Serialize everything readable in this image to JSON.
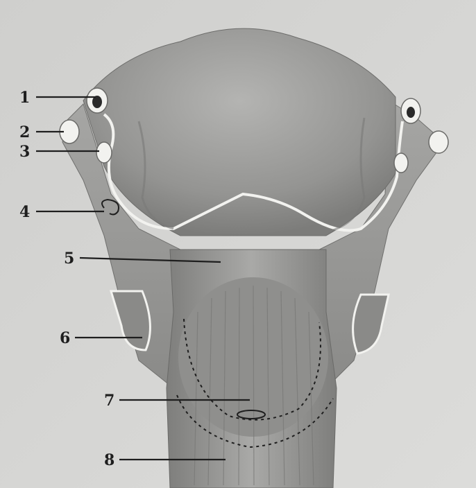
{
  "figure": {
    "background": "#d3d3d1",
    "tissue_color": "#9c9c9a",
    "tissue_shadow": "#7d7d7b",
    "highlight_color": "#f2f2ef",
    "labels": [
      {
        "id": "1",
        "text": "1"
      },
      {
        "id": "2",
        "text": "2"
      },
      {
        "id": "3",
        "text": "3"
      },
      {
        "id": "4",
        "text": "4"
      },
      {
        "id": "5",
        "text": "5"
      },
      {
        "id": "6",
        "text": "6"
      },
      {
        "id": "7",
        "text": "7"
      },
      {
        "id": "8",
        "text": "8"
      }
    ]
  }
}
